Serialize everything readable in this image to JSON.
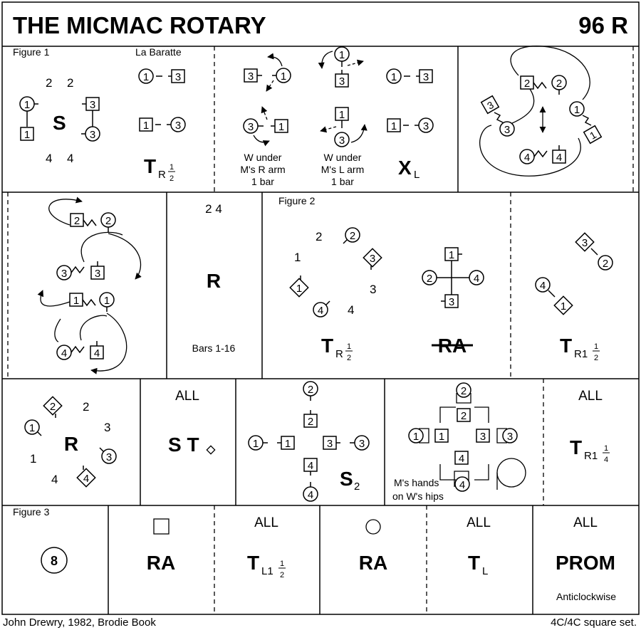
{
  "title": "THE MICMAC ROTARY",
  "code": "96 R",
  "footer": {
    "left": "John Drewry, 1982, Brodie Book",
    "right": "4C/4C  square set."
  },
  "fig1": {
    "label": "Figure 1",
    "sub": "La Baratte",
    "s": "S",
    "n2a": "2",
    "n2b": "2",
    "n4a": "4",
    "n4b": "4",
    "d1": "1",
    "d3": "3",
    "tr": "T",
    "tr_sub": "R",
    "frac_n": "1",
    "frac_d": "2",
    "xl": "X",
    "xl_sub": "L",
    "cap1a": "W under",
    "cap1b": "M's R arm",
    "cap1c": "1 bar",
    "cap2a": "W under",
    "cap2b": "M's L arm",
    "cap2c": "1 bar",
    "p2": "2",
    "p4": "4"
  },
  "row2": {
    "n24": "2 4",
    "r": "R",
    "bars": "Bars 1-16",
    "fig2": "Figure 2",
    "n1": "1",
    "n2": "2",
    "n3": "3",
    "n4": "4",
    "tr": "T",
    "tr_sub": "R",
    "frac_n": "1",
    "frac_d": "2",
    "ra_struck": "RA",
    "tr15": "T",
    "tr15_sub": "R1",
    "d1": "1",
    "d2": "2",
    "d3": "3",
    "d4": "4"
  },
  "row3": {
    "n1": "1",
    "n2": "2",
    "n3": "3",
    "n4": "4",
    "r": "R",
    "all": "ALL",
    "st": "S T",
    "s2": "S",
    "s2_sub": "2",
    "hips1": "M's hands",
    "hips2": "on W's hips",
    "tr": "T",
    "tr_sub": "R1",
    "frac_n": "1",
    "frac_d": "4"
  },
  "row4": {
    "fig3": "Figure 3",
    "eight": "8",
    "ra": "RA",
    "all": "ALL",
    "tl": "T",
    "tl_sub": "L1",
    "frac_n": "1",
    "frac_d": "2",
    "tl2": "T",
    "tl2_sub": "L",
    "prom": "PROM",
    "anti": "Anticlockwise"
  }
}
